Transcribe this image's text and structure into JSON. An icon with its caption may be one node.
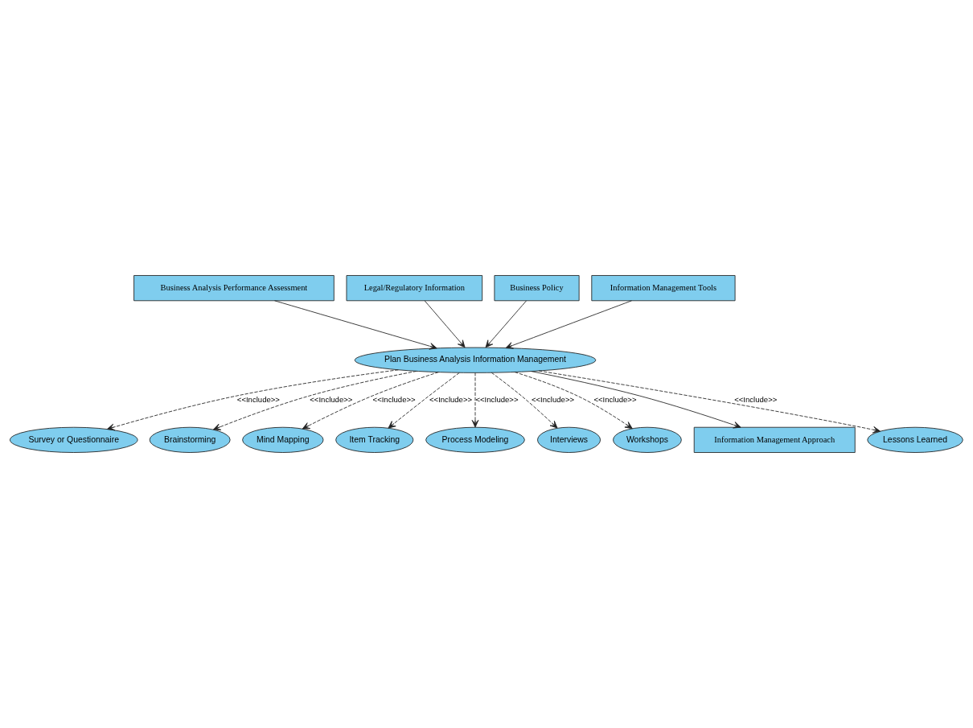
{
  "diagram": {
    "nodes": [
      {
        "text": [
          "Business Analysis Performance Assessment"
        ]
      },
      {
        "text": [
          "Legal/Regulatory Information"
        ]
      },
      {
        "text": [
          "Business Policy"
        ]
      },
      {
        "text": [
          "Information Management Tools"
        ]
      },
      {
        "text": [
          "Plan Business Analysis Information Management"
        ]
      },
      {
        "text": [
          "Survey or Questionnaire"
        ]
      },
      {
        "text": [
          "Brainstorming"
        ]
      },
      {
        "text": [
          "Mind Mapping"
        ]
      },
      {
        "text": [
          "Item Tracking"
        ]
      },
      {
        "text": [
          "Process Modeling"
        ]
      },
      {
        "text": [
          "Interviews"
        ]
      },
      {
        "text": [
          "Workshops"
        ]
      },
      {
        "text": [
          "Information Management Approach"
        ]
      },
      {
        "text": [
          "Lessons Learned"
        ]
      }
    ],
    "edges": [
      {
        "from": 0,
        "to": 4,
        "arrow": "to"
      },
      {
        "from": 2,
        "to": 4,
        "arrow": "to"
      },
      {
        "from": 1,
        "to": 4,
        "arrow": "to"
      },
      {
        "from": 3,
        "to": 4,
        "arrow": "to"
      },
      {
        "from": 4,
        "to": 5,
        "arrow": "to",
        "style": "dashed",
        "label": "<<Include>>"
      },
      {
        "from": 4,
        "to": 6,
        "arrow": "to",
        "style": "dashed",
        "label": "<<Include>>"
      },
      {
        "from": 4,
        "to": 7,
        "arrow": "to",
        "style": "dashed",
        "label": "<<Include>>"
      },
      {
        "from": 4,
        "to": 8,
        "arrow": "to",
        "style": "dashed",
        "label": "<<Include>>"
      },
      {
        "from": 4,
        "to": 9,
        "arrow": "to",
        "style": "dashed",
        "label": "<<Include>>"
      },
      {
        "from": 4,
        "to": 10,
        "arrow": "to",
        "style": "dashed",
        "label": "<<Include>>"
      },
      {
        "from": 4,
        "to": 11,
        "arrow": "to",
        "style": "dashed",
        "label": "<<Include>>"
      },
      {
        "from": 4,
        "to": 13,
        "arrow": "to",
        "style": "dashed",
        "label": "<<Include>>"
      },
      {
        "from": 4,
        "to": 12,
        "arrow": "to"
      }
    ]
  }
}
